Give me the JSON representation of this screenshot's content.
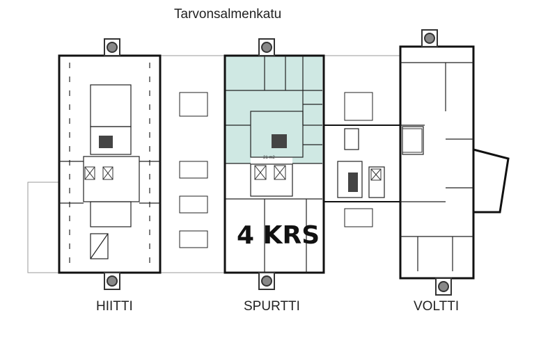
{
  "street_name": "Tarvonsalmenkatu",
  "floor_label": "4 KRS",
  "highlighted_room_area": "21 m2",
  "buildings": [
    {
      "name": "HIITTI"
    },
    {
      "name": "SPURTTI"
    },
    {
      "name": "VOLTTI"
    }
  ],
  "colors": {
    "highlight": "#cfe8e3",
    "wall": "#111111",
    "stair": "#555555"
  }
}
